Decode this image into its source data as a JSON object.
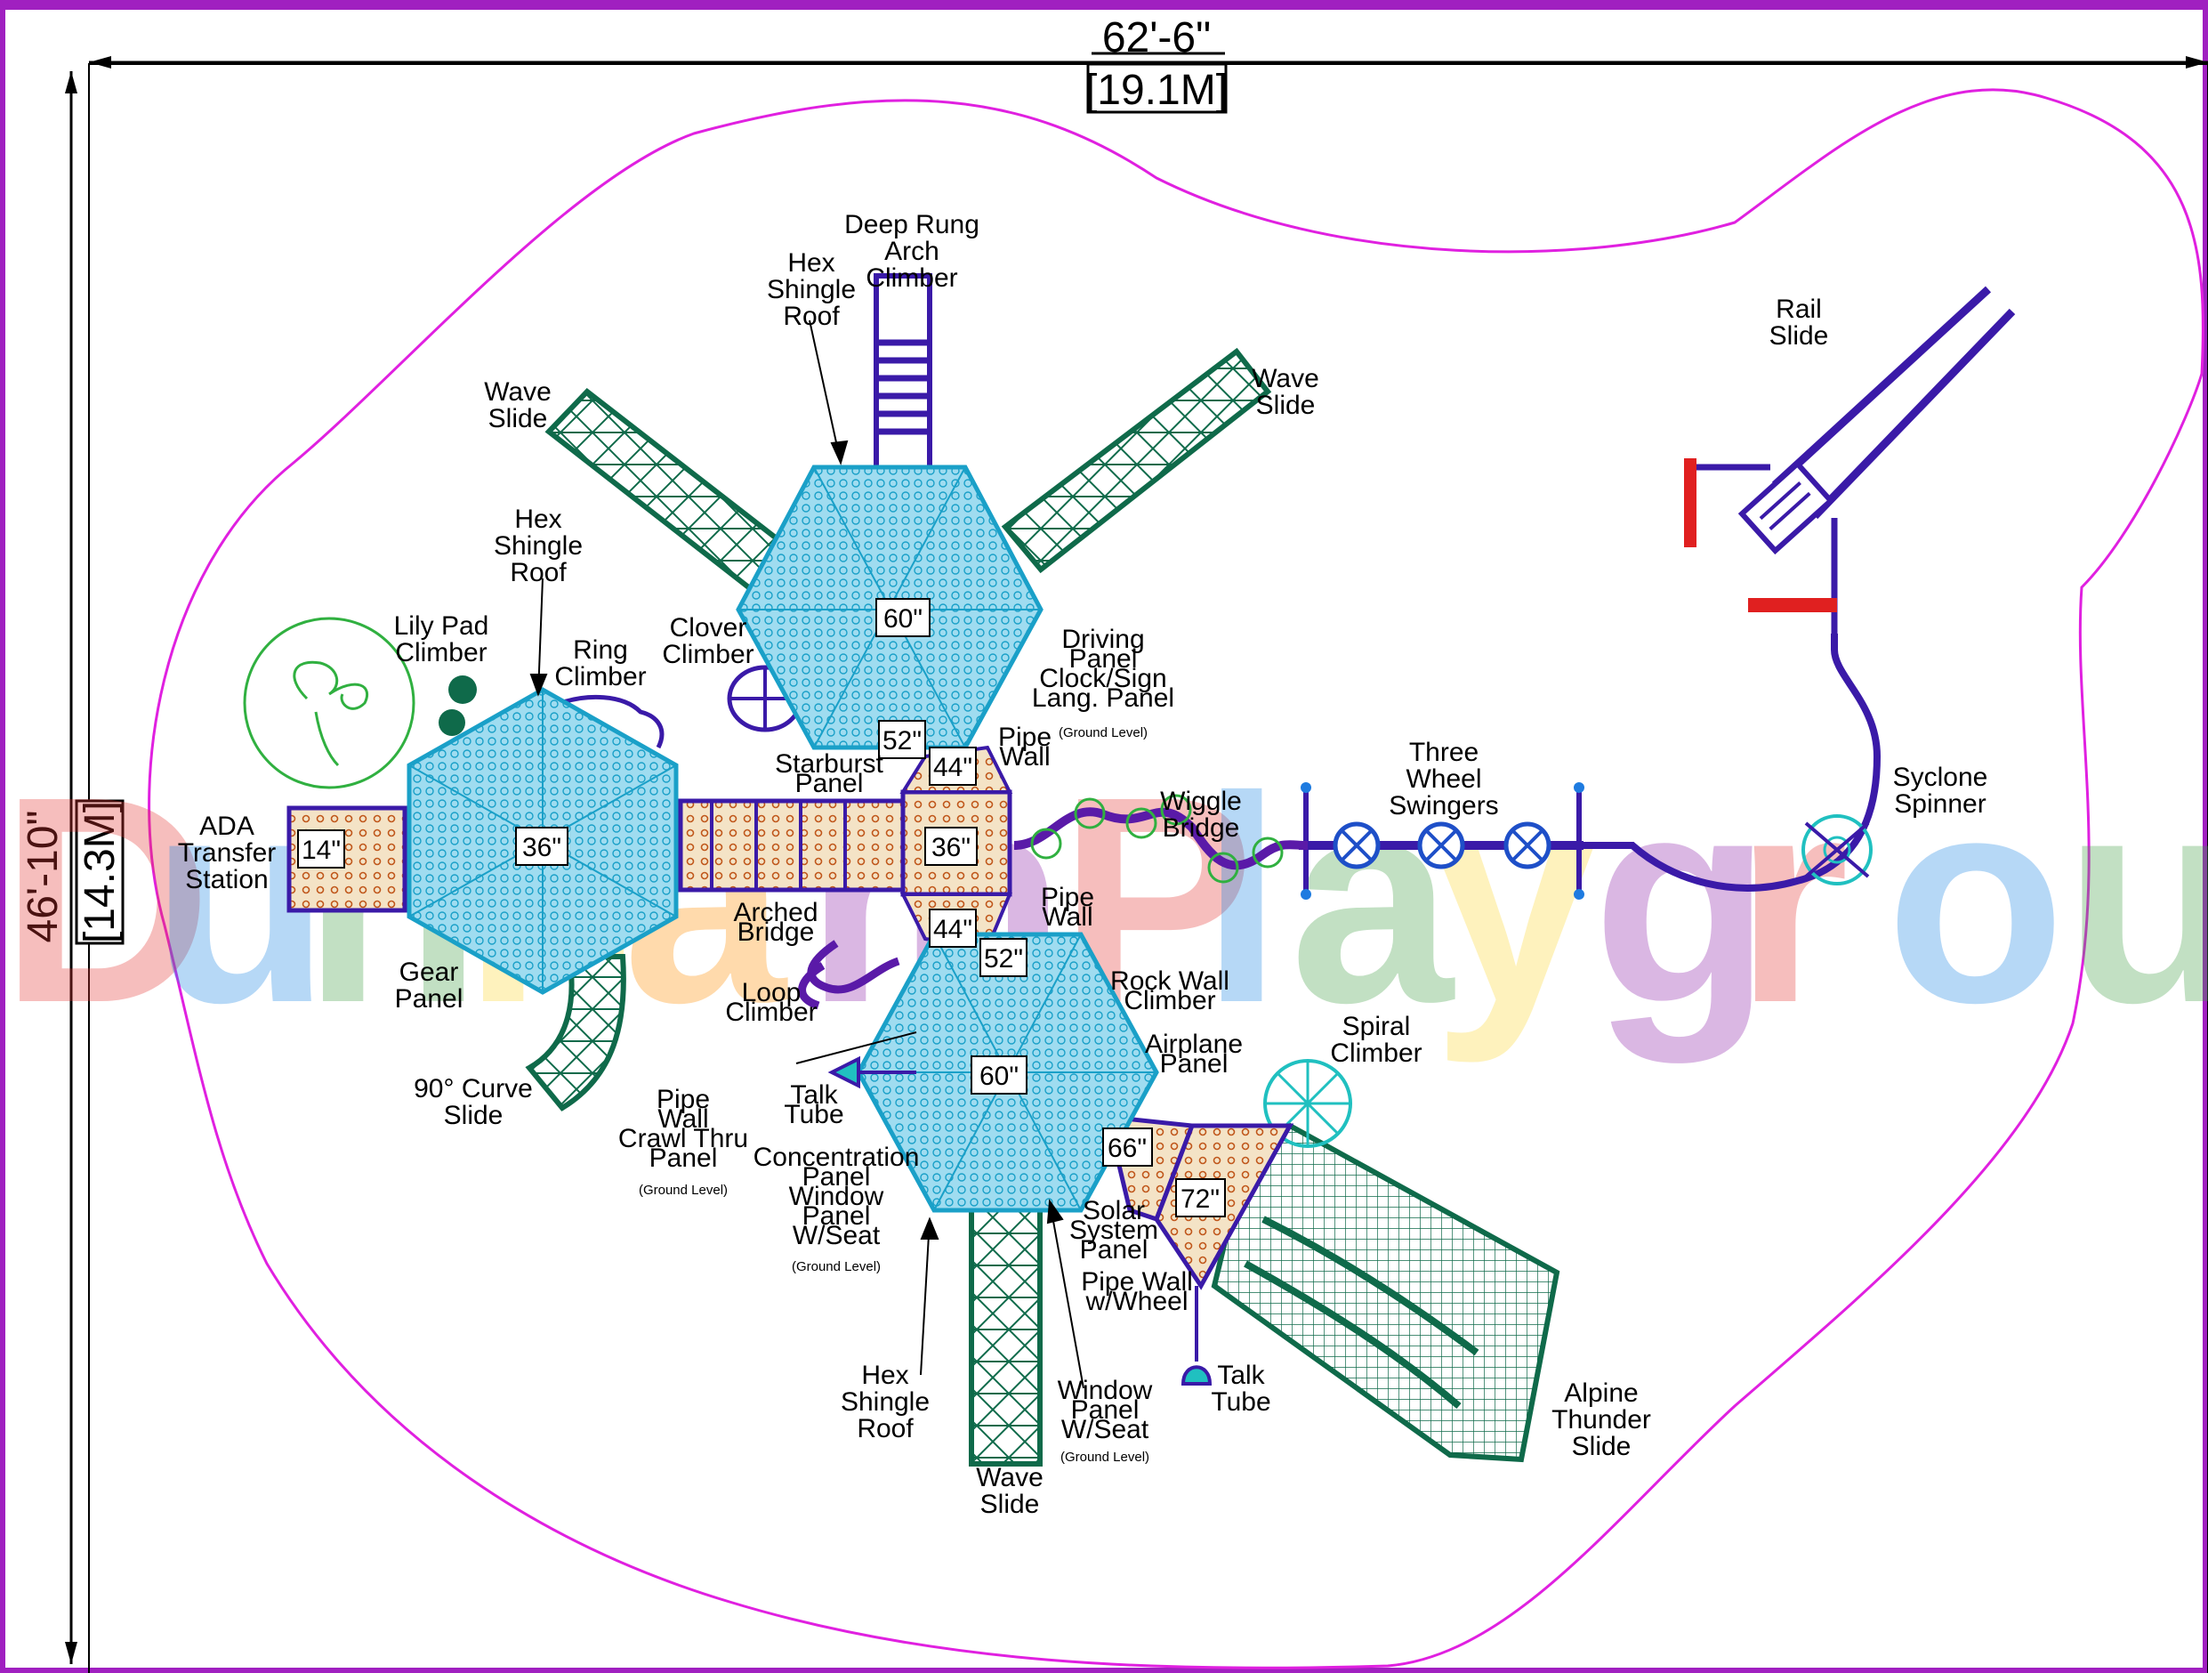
{
  "dimensions": {
    "width": "62'-6\"",
    "width_metric": "[19.1M]",
    "depth": "46'-10\"",
    "depth_metric": "[14.3M]"
  },
  "watermark": [
    "D",
    "u",
    "n",
    "h",
    "a",
    "m",
    " ",
    "P",
    "l",
    "a",
    "y",
    "g",
    "r",
    "o",
    "u"
  ],
  "watermark_colors": [
    "#e53935",
    "#1e88e5",
    "#43a047",
    "#fdd835",
    "#ff8f00",
    "#8e24aa",
    "#ffffff",
    "#e53935",
    "#1e88e5",
    "#43a047",
    "#fdd835",
    "#8e24aa",
    "#e53935",
    "#1e88e5",
    "#43a047"
  ],
  "deck_heights": {
    "ada": "14\"",
    "hex_left": "36\"",
    "hex_top": "60\"",
    "hex_bottom": "60\"",
    "center": "36\"",
    "step_a": "52\"",
    "step_b": "44\"",
    "step_c": "44\"",
    "step_d": "52\"",
    "step_e": "66\"",
    "step_f": "72\""
  },
  "labels": {
    "deep_rung": [
      "Deep Rung",
      "Arch",
      "Climber"
    ],
    "hex_roof_top": [
      "Hex",
      "Shingle",
      "Roof"
    ],
    "wave_slide_left": [
      "Wave",
      "Slide"
    ],
    "wave_slide_right": [
      "Wave",
      "Slide"
    ],
    "rail_slide": [
      "Rail",
      "Slide"
    ],
    "hex_roof_left": [
      "Hex",
      "Shingle",
      "Roof"
    ],
    "lily_pad": [
      "Lily Pad",
      "Climber"
    ],
    "ring_climber": [
      "Ring",
      "Climber"
    ],
    "clover_climber": [
      "Clover",
      "Climber"
    ],
    "driving_panel": [
      "Driving",
      "Panel",
      "Clock/Sign",
      "Lang. Panel"
    ],
    "ground_level": "(Ground Level)",
    "starburst": [
      "Starburst",
      "Panel"
    ],
    "pipe_wall_top": [
      "Pipe",
      "Wall"
    ],
    "three_wheel": [
      "Three",
      "Wheel",
      "Swingers"
    ],
    "wiggle_bridge": [
      "Wiggle",
      "Bridge"
    ],
    "syclone": [
      "Syclone",
      "Spinner"
    ],
    "ada_transfer": [
      "ADA",
      "Transfer",
      "Station"
    ],
    "arched_bridge": [
      "Arched",
      "Bridge"
    ],
    "pipe_wall_mid": [
      "Pipe",
      "Wall"
    ],
    "gear_panel": [
      "Gear",
      "Panel"
    ],
    "loop_climber": [
      "Loop",
      "Climber"
    ],
    "rock_wall": [
      "Rock Wall",
      "Climber"
    ],
    "airplane": [
      "Airplane",
      "Panel"
    ],
    "spiral_climber": [
      "Spiral",
      "Climber"
    ],
    "curve_slide": [
      "90° Curve",
      "Slide"
    ],
    "pipe_wall_crawl": [
      "Pipe",
      "Wall",
      "Crawl Thru",
      "Panel"
    ],
    "talk_tube_left": [
      "Talk",
      "Tube"
    ],
    "concentration": [
      "Concentration",
      "Panel",
      "Window",
      "Panel",
      "W/Seat"
    ],
    "solar_system": [
      "Solar",
      "System",
      "Panel"
    ],
    "pipe_wall_wheel": [
      "Pipe Wall",
      "w/Wheel"
    ],
    "talk_tube_right": [
      "Talk",
      "Tube"
    ],
    "hex_roof_bottom": [
      "Hex",
      "Shingle",
      "Roof"
    ],
    "window_panel": [
      "Window",
      "Panel",
      "W/Seat"
    ],
    "alpine": [
      "Alpine",
      "Thunder",
      "Slide"
    ],
    "wave_slide_bottom": [
      "Wave",
      "Slide"
    ]
  }
}
